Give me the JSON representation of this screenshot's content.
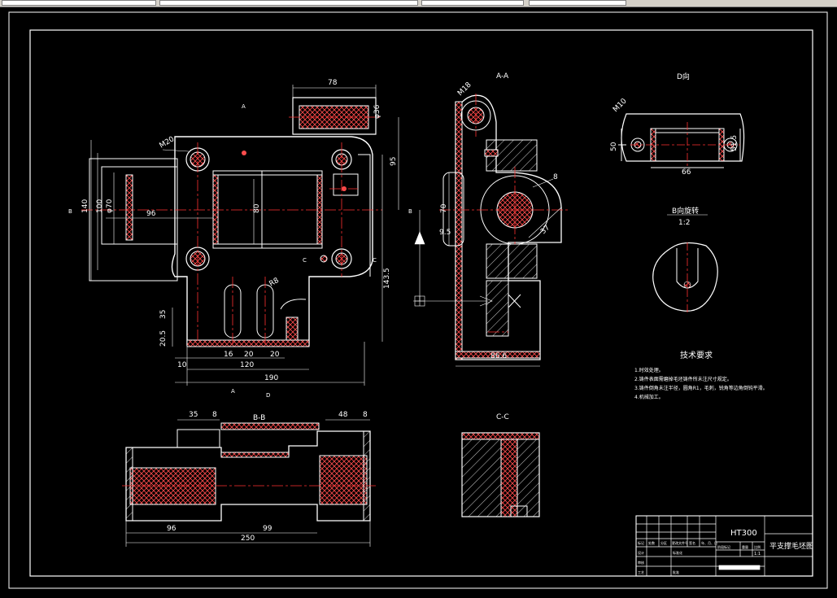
{
  "sheet": {
    "views": {
      "aa": "A-A",
      "bb": "B-B",
      "cc": "C-C",
      "d_view": "D向",
      "b_detail": "B向旋转",
      "b_detail_scale": "1:2"
    },
    "section_marks": [
      "A",
      "A",
      "B",
      "B",
      "C",
      "C",
      "D"
    ],
    "dims_main": [
      "78",
      "φ36",
      "M20",
      "95",
      "140",
      "100",
      "φ70",
      "96",
      "80",
      "143.5",
      "R8",
      "35",
      "20.5",
      "16",
      "20",
      "20",
      "120",
      "10",
      "190"
    ],
    "dims_aa": [
      "M18",
      "70",
      "9.5",
      "8",
      "37",
      "86.6"
    ],
    "dims_d": [
      "M10",
      "50",
      "51.5",
      "66"
    ],
    "dims_bb": [
      "35",
      "8",
      "48",
      "8",
      "96",
      "99",
      "250"
    ],
    "tech_title": "技术要求",
    "tech_items": [
      "1.时效处理。",
      "2.铸件表面需磨掉毛坯铸件所未注尺寸规定。",
      "3.铸件倒角未注半径，圆角R1，毛刺，锐角等边角倒钝平滑。",
      "4.机械加工。"
    ]
  },
  "title_block": {
    "material": "HT300",
    "part_name": "平支撑毛坯图",
    "labels": [
      "标记",
      "处数",
      "分区",
      "更改文件号",
      "签名",
      "年、月、日",
      "阶段标记",
      "重量",
      "比例",
      "设计",
      "审核",
      "工艺",
      "标准化",
      "批准"
    ],
    "scale_value": "1:1"
  }
}
